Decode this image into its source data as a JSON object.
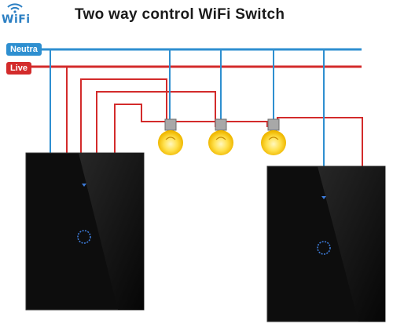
{
  "title": "Two way control WiFi Switch",
  "logo": {
    "text": "WiFi",
    "icon": "wifi-icon"
  },
  "wires": {
    "neutral_label": "Neutra",
    "live_label": "Live"
  },
  "colors": {
    "neutral_wire": "#2e8fd0",
    "live_wire": "#d32b2b",
    "switch_panel": "#0d0d0d",
    "touch_indicator": "#3d7bd8",
    "bulb_glow": "#ffe04a"
  },
  "components": {
    "switches": [
      "left-switch",
      "right-switch"
    ],
    "bulbs": [
      "bulb-1",
      "bulb-2",
      "bulb-3"
    ]
  }
}
